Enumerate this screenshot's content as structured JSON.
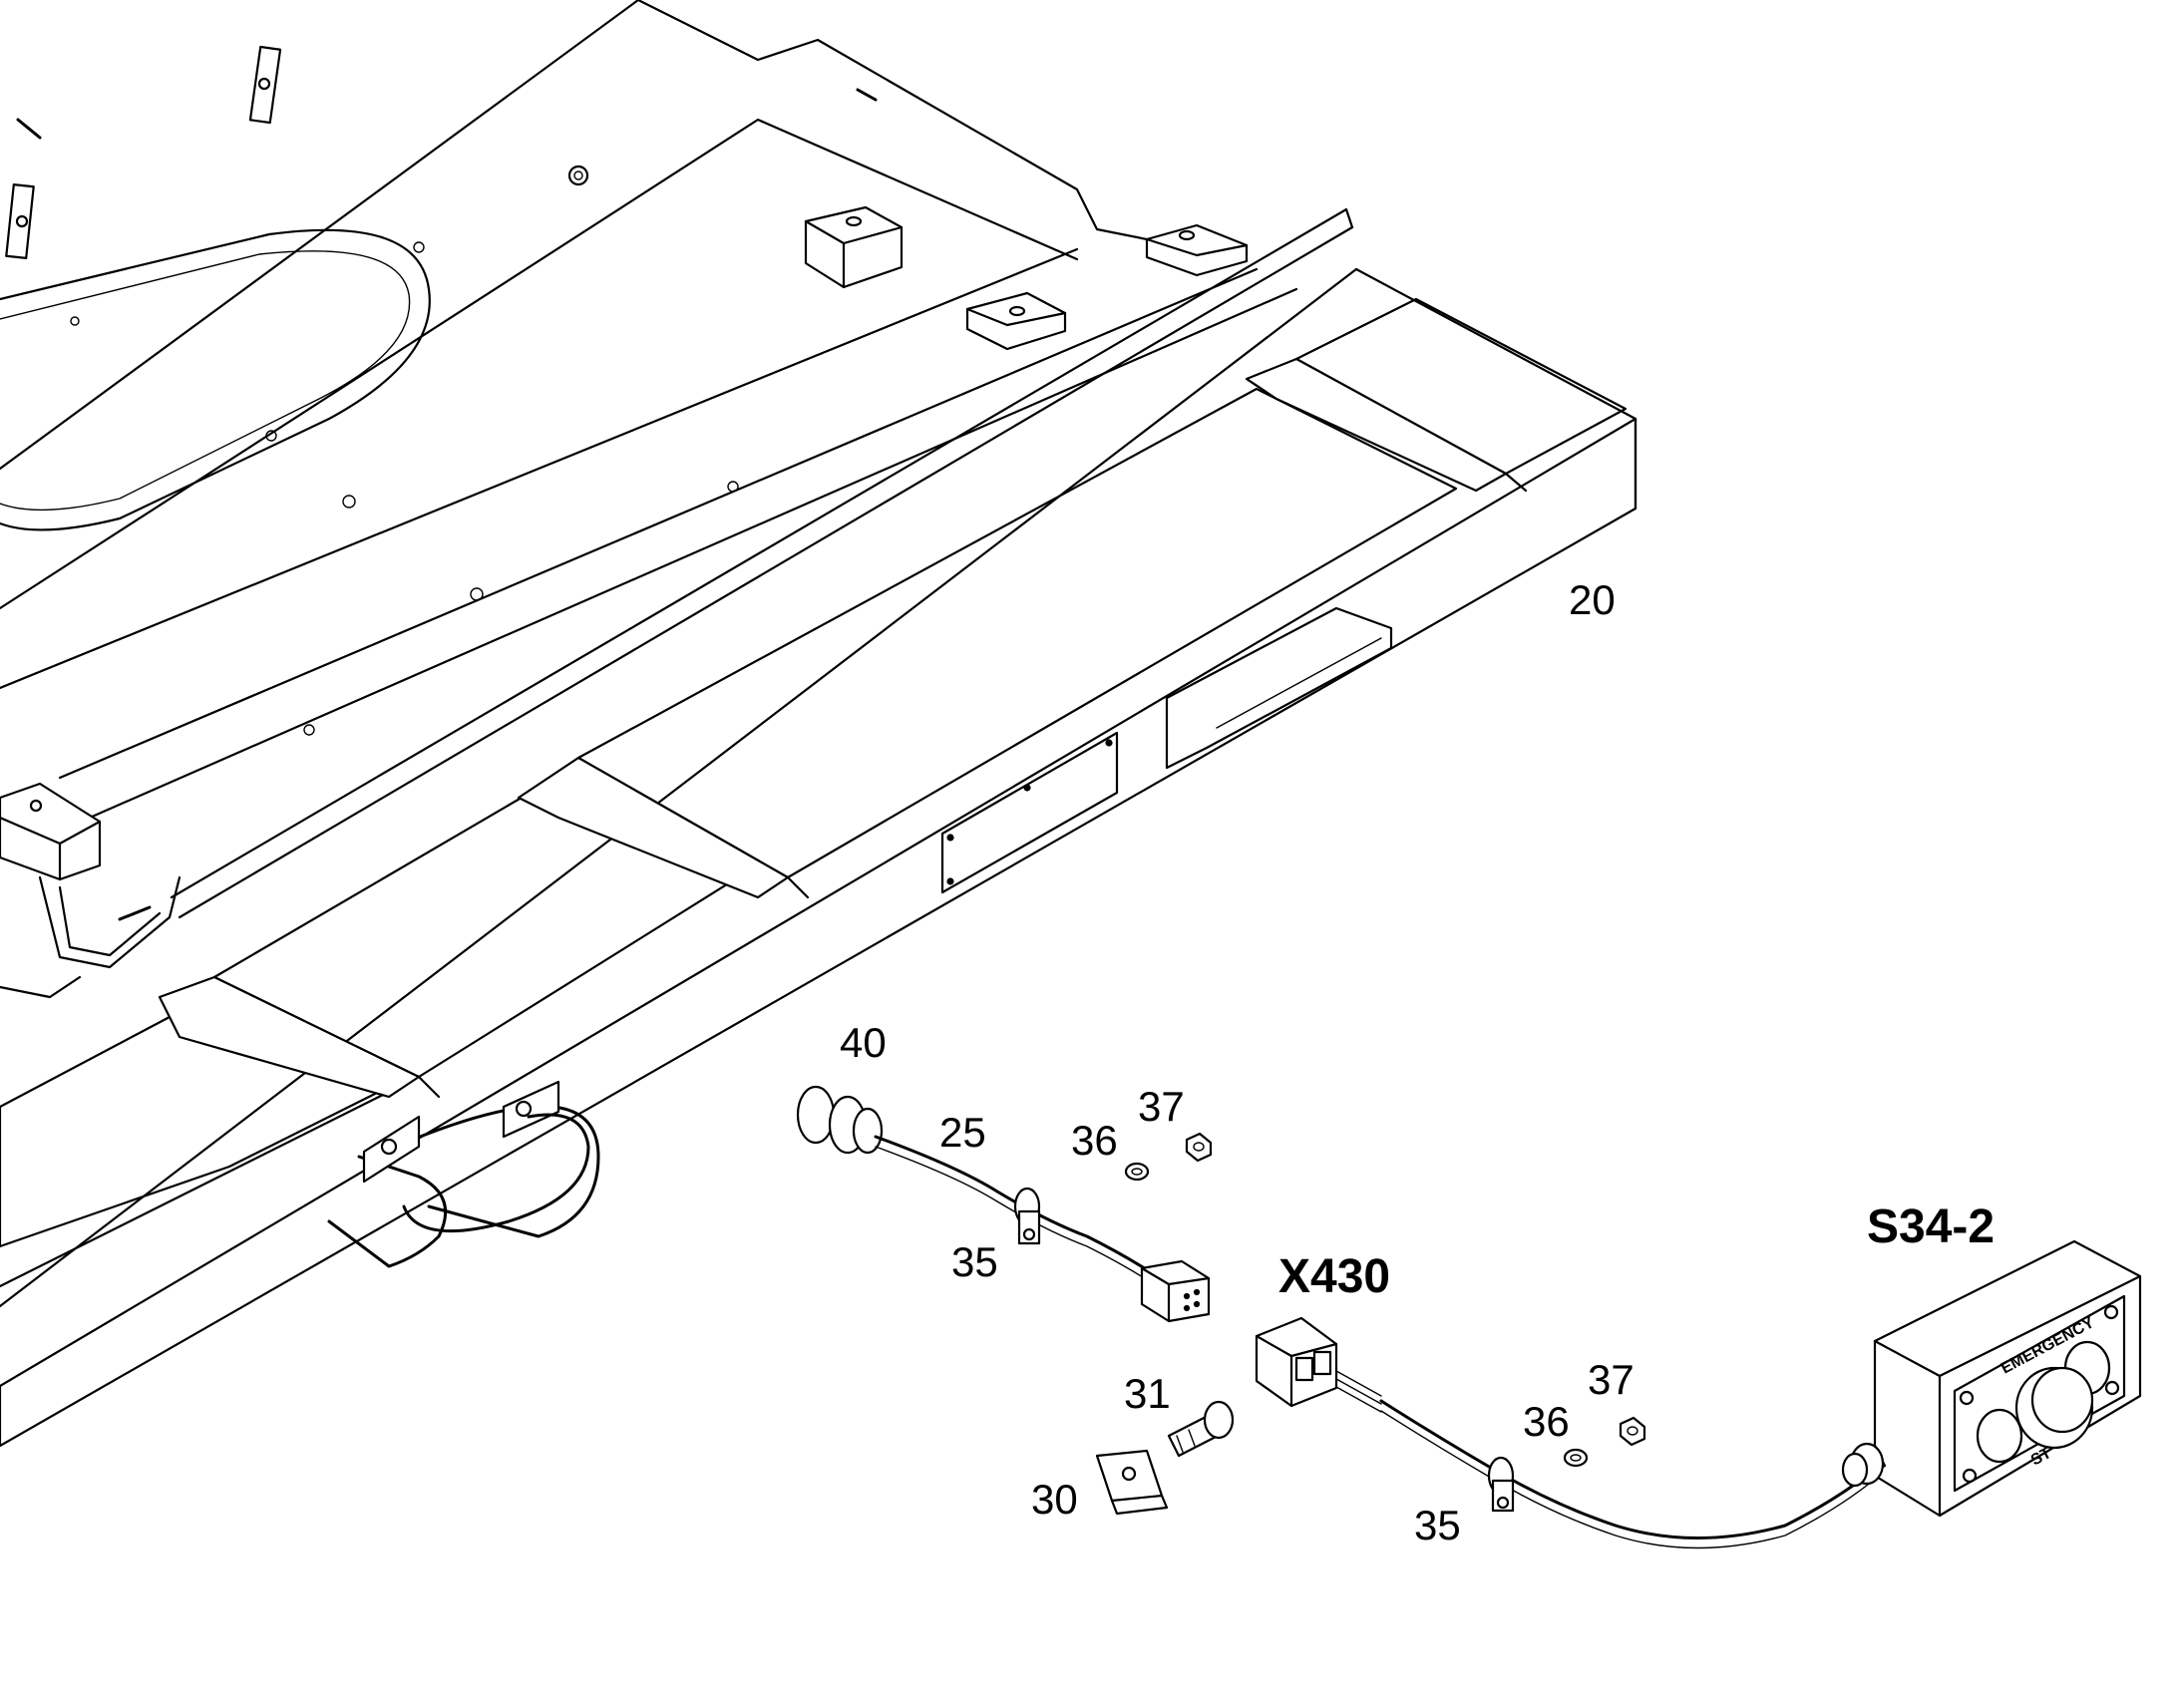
{
  "callouts": {
    "step_assembly": "20",
    "cable_harness": "25",
    "plate": "30",
    "bolt": "31",
    "clip_upper": "35",
    "clip_lower": "35",
    "washer_upper": "36",
    "washer_lower": "36",
    "nut_upper": "37",
    "nut_lower": "37",
    "grommet": "40"
  },
  "connector_label": "X430",
  "switch_label": "S34-2",
  "switch_panel": {
    "top_text": "EMERGENCY",
    "bottom_text": "ST"
  }
}
